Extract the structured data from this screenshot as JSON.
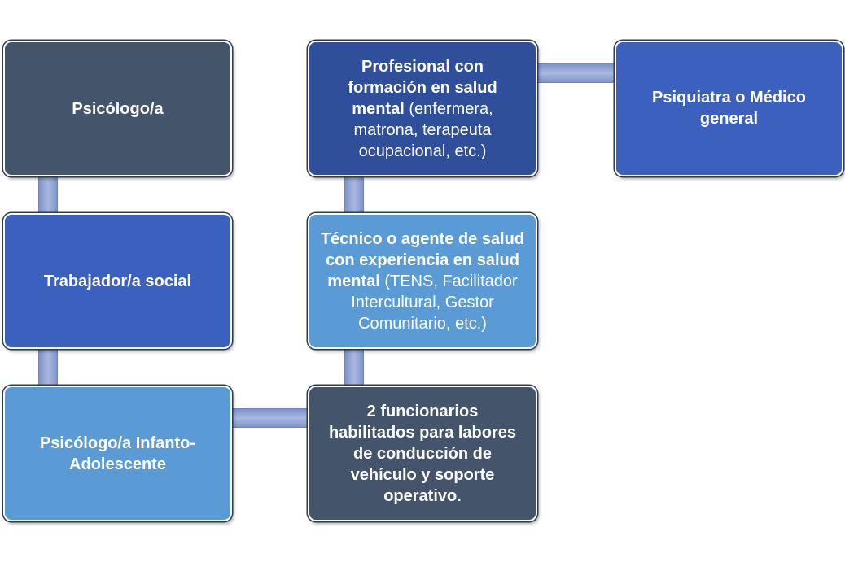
{
  "nodes": {
    "psicologo": {
      "bold": "Psicólogo/a",
      "normal": ""
    },
    "trabajador_social": {
      "bold": "Trabajador/a social",
      "normal": ""
    },
    "psicologo_infanto": {
      "bold": "Psicólogo/a Infanto-Adolescente",
      "normal": ""
    },
    "profesional_salud_mental": {
      "bold": "Profesional con formación en salud mental",
      "normal": " (enfermera, matrona, terapeuta ocupacional, etc.)"
    },
    "psiquiatra": {
      "bold": "Psiquiatra o Médico general",
      "normal": ""
    },
    "tecnico_agente": {
      "bold": "Técnico o agente de salud con experiencia en salud mental",
      "normal": " (TENS, Facilitador Intercultural, Gestor Comunitario, etc.)"
    },
    "funcionarios": {
      "bold": "2 funcionarios habilitados para labores de conducción de vehículo y soporte operativo.",
      "normal": ""
    }
  },
  "colors": {
    "dark": "#44546a",
    "blue": "#3b60be",
    "navy": "#2f4f9a",
    "light": "#5b9bd5"
  }
}
